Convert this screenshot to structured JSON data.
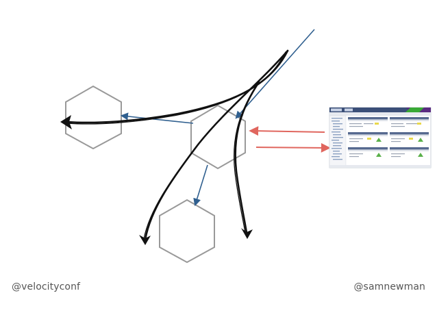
{
  "footer": {
    "left_handle": "@velocityconf",
    "right_handle": "@samnewman"
  },
  "colors": {
    "hexagon_stroke": "#999999",
    "call_arrow": "#2f5f8f",
    "traffic_arrow": "#e0665e",
    "hand_drawn_arrow": "#111111",
    "footer_text": "#555555",
    "screenshot_header": "#3b4f78",
    "screenshot_accent_green": "#39a935",
    "screenshot_accent_purple": "#5a2b81"
  },
  "icons": {
    "hexagon": "hexagon-service-icon",
    "arrowhead": "arrowhead-icon",
    "dashboard_thumbnail": "monitoring-dashboard-thumbnail"
  }
}
